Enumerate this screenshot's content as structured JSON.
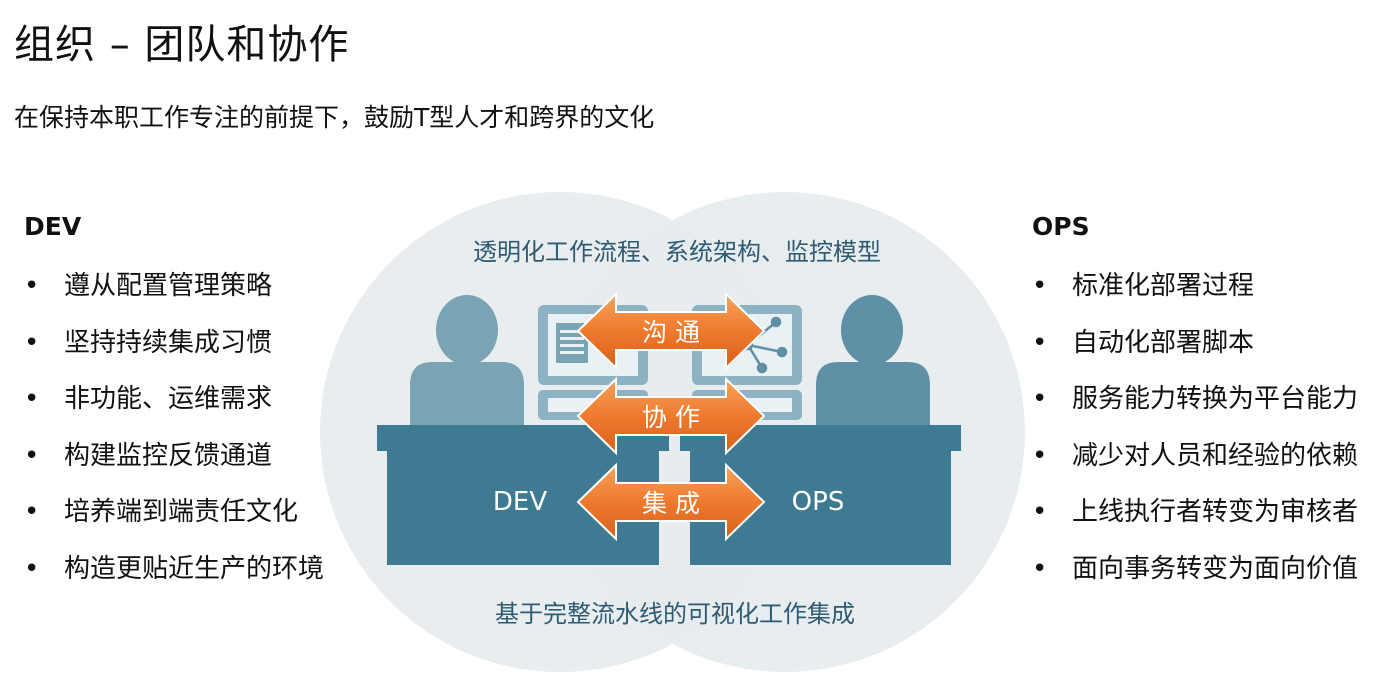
{
  "title": "组织 – 团队和协作",
  "subtitle": "在保持本职工作专注的前提下，鼓励T型人才和跨界的文化",
  "dev": {
    "heading": "DEV",
    "items": [
      "遵从配置管理策略",
      "坚持持续集成习惯",
      "非功能、运维需求",
      "构建监控反馈通道",
      "培养端到端责任文化",
      "构造更贴近生产的环境"
    ]
  },
  "ops": {
    "heading": "OPS",
    "items": [
      "标准化部署过程",
      "自动化部署脚本",
      "服务能力转换为平台能力",
      "减少对人员和经验的依赖",
      "上线执行者转变为审核者",
      "面向事务转变为面向价值"
    ]
  },
  "diagram": {
    "top_text": "透明化工作流程、系统架构、监控模型",
    "bottom_text": "基于完整流水线的可视化工作集成",
    "desk_left_label": "DEV",
    "desk_right_label": "OPS",
    "arrows": [
      "沟 通",
      "协 作",
      "集 成"
    ]
  },
  "bullet": "•",
  "colors": {
    "circle_fill": "#e9eef0",
    "person": "#7aa3b4",
    "desk": "#3e7b93",
    "monitor_frame": "#8db3c3",
    "arrow_orange": "#ee7a2e",
    "diagram_text": "#2e5a72"
  }
}
